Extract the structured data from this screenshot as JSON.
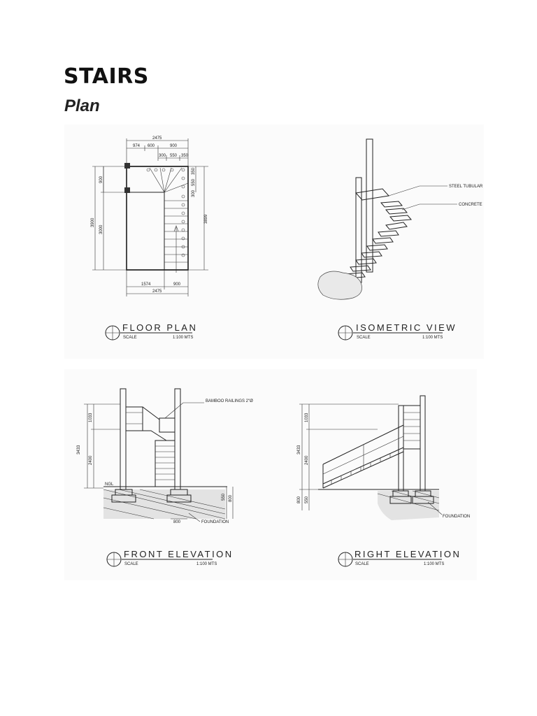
{
  "page": {
    "title": "STAIRS",
    "subtitle": "Plan"
  },
  "views": {
    "floor_plan": {
      "label": "FLOOR PLAN",
      "scale_label": "SCALE",
      "scale_value": "1:100 MTS"
    },
    "isometric": {
      "label": "ISOMETRIC VIEW",
      "scale_label": "SCALE",
      "scale_value": "1:100 MTS"
    },
    "front_elevation": {
      "label": "FRONT ELEVATION",
      "scale_label": "SCALE",
      "scale_value": "1:100 MTS"
    },
    "right_elevation": {
      "label": "RIGHT ELEVATION",
      "scale_label": "SCALE",
      "scale_value": "1:100 MTS"
    }
  },
  "dims_floor_plan": {
    "top_total": "2475",
    "top_a": "974",
    "top_b": "600",
    "top_c": "900",
    "top_d": "300",
    "top_e": "550",
    "top_f": "350",
    "left_outer": "3900",
    "left_inner": "3000",
    "left_top": "900",
    "right_a": "350",
    "right_b": "550",
    "right_c": "300",
    "right_total": "3899",
    "bottom_a": "1574",
    "bottom_b": "900",
    "bottom_total": "2475"
  },
  "notes": {
    "steel_tubular": "STEEL TUBULAR",
    "concrete": "CONCRETE",
    "bamboo_railings": "BAMBOO RAILINGS 2\"Ø",
    "foundation": "FOUNDATION",
    "ngl": "NGL"
  },
  "dims_front": {
    "total": "3433",
    "upper": "1033",
    "lower": "2400",
    "f1": "550",
    "f2": "800",
    "footing": "800"
  },
  "dims_right": {
    "total": "3433",
    "upper": "1033",
    "lower": "2400",
    "f1": "800",
    "f2": "550"
  }
}
